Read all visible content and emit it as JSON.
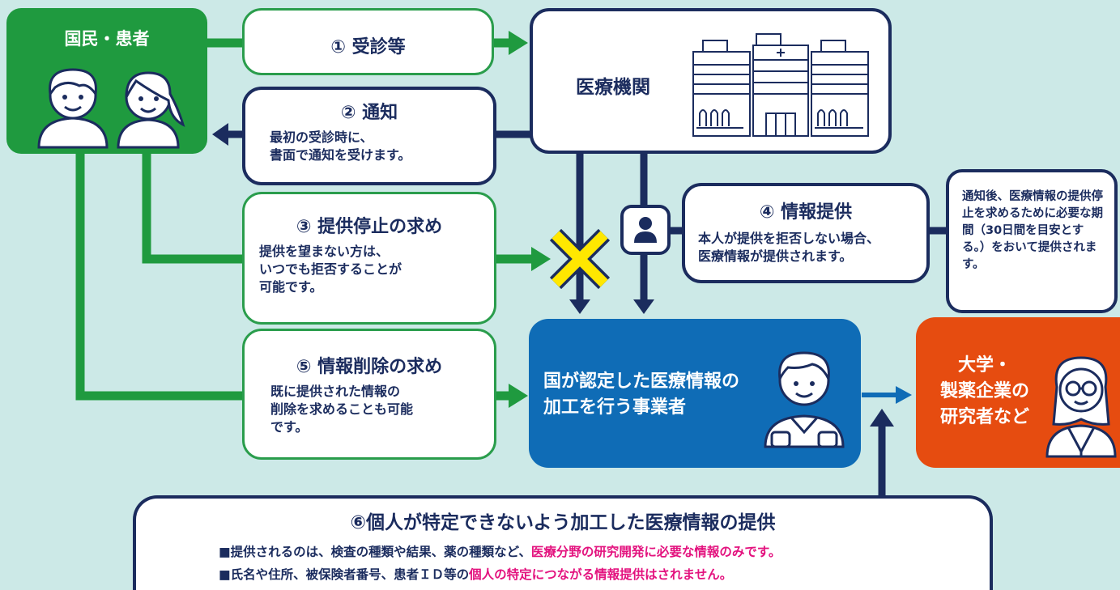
{
  "colors": {
    "background": "#cce9e7",
    "navy": "#1b2c5e",
    "green": "#1f9a3f",
    "blue": "#0f6cb6",
    "orange": "#e64c10",
    "highlight": "#e3127e",
    "cross": "#ffe700"
  },
  "patients": {
    "title": "国民・患者"
  },
  "hospital": {
    "title": "医療機関"
  },
  "steps": {
    "s1": {
      "title": "① 受診等"
    },
    "s2": {
      "title": "② 通知",
      "body": "最初の受診時に、\n書面で通知を受けます。"
    },
    "s3": {
      "title": "③ 提供停止の求め",
      "body": "提供を望まない方は、\nいつでも拒否することが\n可能です。"
    },
    "s4": {
      "title": "④ 情報提供",
      "body": "本人が提供を拒否しない場合、\n医療情報が提供されます。"
    },
    "s5": {
      "title": "⑤ 情報削除の求め",
      "body": "既に提供された情報の\n削除を求めることも可能\nです。"
    }
  },
  "side_note": "通知後、医療情報の提供停止を求めるために必要な期間（30日間を目安とする。）をおいて提供されます。",
  "processor": {
    "title": "国が認定した医療情報の\n加工を行う事業者"
  },
  "researchers": {
    "title": "大学・\n製薬企業の\n研究者など"
  },
  "bottom": {
    "title": "⑥個人が特定できないよう加工した医療情報の提供",
    "line1_a": "■提供されるのは、検査の種類や結果、薬の種類など、",
    "line1_b": "医療分野の研究開発に必要な情報のみです。",
    "line2_a": "■氏名や住所、被保険者番号、患者ＩＤ等の",
    "line2_b": "個人の特定につながる情報提供はされません。"
  }
}
